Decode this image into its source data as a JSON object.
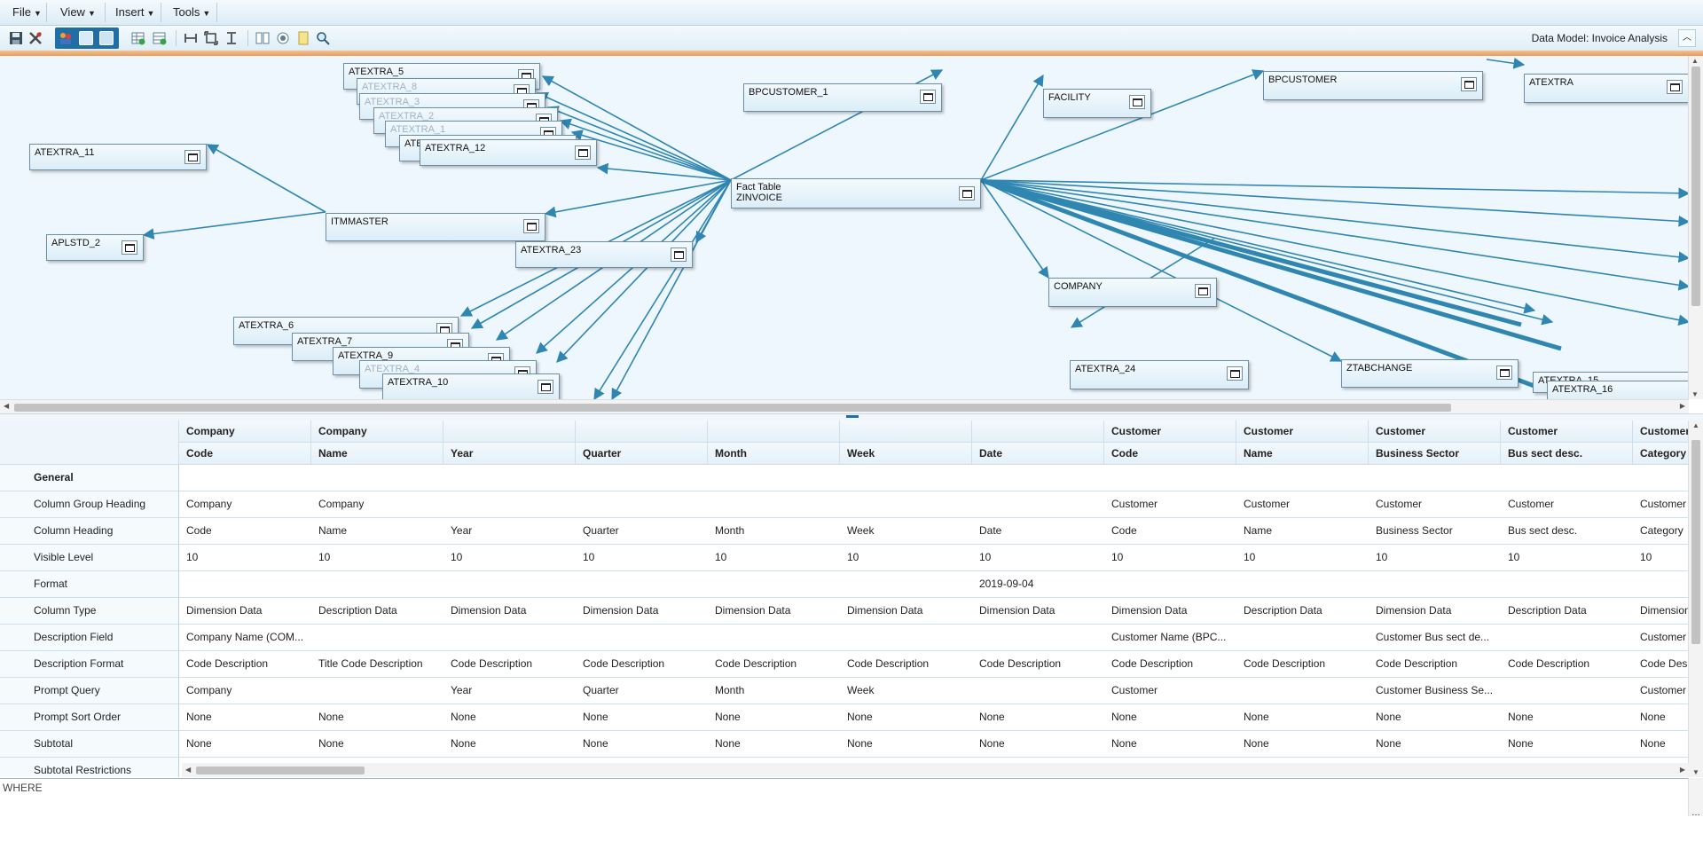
{
  "menu": [
    "File",
    "View",
    "Insert",
    "Tools"
  ],
  "data_model_title": "Data Model: Invoice Analysis",
  "toolbar_icons": [
    "save-icon",
    "close-tool-icon",
    "users-icon",
    "table-icon",
    "columns-icon",
    "add-table-icon",
    "add-link-icon",
    "fit-width-icon",
    "fit-page-icon",
    "fit-height-icon",
    "layout-icon",
    "preview-icon",
    "note-icon",
    "search-icon"
  ],
  "diagram": {
    "nodes": [
      {
        "id": "atextra5",
        "label": "ATEXTRA_5"
      },
      {
        "id": "atextra8",
        "label": "ATEXTRA_8",
        "faded": true
      },
      {
        "id": "atextra3",
        "label": "ATEXTRA_3",
        "faded": true
      },
      {
        "id": "atextra2",
        "label": "ATEXTRA_2",
        "faded": true
      },
      {
        "id": "atextra1",
        "label": "ATEXTRA_1",
        "faded": true
      },
      {
        "id": "atextra12",
        "label": "ATEXTRA_12"
      },
      {
        "id": "atextra11",
        "label": "ATEXTRA_11"
      },
      {
        "id": "aplstd2",
        "label": "APLSTD_2"
      },
      {
        "id": "itmmaster",
        "label": "ITMMASTER"
      },
      {
        "id": "atextra23",
        "label": "ATEXTRA_23"
      },
      {
        "id": "bpcustomer1",
        "label": "BPCUSTOMER_1"
      },
      {
        "id": "fact",
        "label": "Fact Table",
        "sublabel": "ZINVOICE"
      },
      {
        "id": "facility",
        "label": "FACILITY"
      },
      {
        "id": "bpcustomer",
        "label": "BPCUSTOMER"
      },
      {
        "id": "atextra",
        "label": "ATEXTRA"
      },
      {
        "id": "company",
        "label": "COMPANY"
      },
      {
        "id": "atextra6",
        "label": "ATEXTRA_6"
      },
      {
        "id": "atextra7",
        "label": "ATEXTRA_7"
      },
      {
        "id": "atextra9",
        "label": "ATEXTRA_9"
      },
      {
        "id": "atextra4",
        "label": "ATEXTRA_4",
        "faded": true
      },
      {
        "id": "atextra10",
        "label": "ATEXTRA_10"
      },
      {
        "id": "atextra24",
        "label": "ATEXTRA_24"
      },
      {
        "id": "ztabchange",
        "label": "ZTABCHANGE"
      },
      {
        "id": "atextra15",
        "label": "ATEXTRA_15"
      },
      {
        "id": "atextra16",
        "label": "ATEXTRA_16"
      }
    ]
  },
  "grid": {
    "columns": [
      {
        "group": "Company",
        "heading": "Code"
      },
      {
        "group": "Company",
        "heading": "Name"
      },
      {
        "group": "",
        "heading": "Year"
      },
      {
        "group": "",
        "heading": "Quarter"
      },
      {
        "group": "",
        "heading": "Month"
      },
      {
        "group": "",
        "heading": "Week"
      },
      {
        "group": "",
        "heading": "Date"
      },
      {
        "group": "Customer",
        "heading": "Code"
      },
      {
        "group": "Customer",
        "heading": "Name"
      },
      {
        "group": "Customer",
        "heading": "Business Sector"
      },
      {
        "group": "Customer",
        "heading": "Bus sect desc."
      },
      {
        "group": "Customer",
        "heading": "Category"
      }
    ],
    "section": "General",
    "rows": [
      {
        "label": "Column Group Heading",
        "cells": [
          "Company",
          "Company",
          "",
          "",
          "",
          "",
          "",
          "Customer",
          "Customer",
          "Customer",
          "Customer",
          "Customer"
        ]
      },
      {
        "label": "Column Heading",
        "cells": [
          "Code",
          "Name",
          "Year",
          "Quarter",
          "Month",
          "Week",
          "Date",
          "Code",
          "Name",
          "Business Sector",
          "Bus sect desc.",
          "Category"
        ]
      },
      {
        "label": "Visible Level",
        "cells": [
          "10",
          "10",
          "10",
          "10",
          "10",
          "10",
          "10",
          "10",
          "10",
          "10",
          "10",
          "10"
        ]
      },
      {
        "label": "Format",
        "cells": [
          "",
          "",
          "",
          "",
          "",
          "",
          "2019-09-04",
          "",
          "",
          "",
          "",
          ""
        ]
      },
      {
        "label": "Column Type",
        "cells": [
          "Dimension Data",
          "Description Data",
          "Dimension Data",
          "Dimension Data",
          "Dimension Data",
          "Dimension Data",
          "Dimension Data",
          "Dimension Data",
          "Description Data",
          "Dimension Data",
          "Description Data",
          "Dimension Data"
        ]
      },
      {
        "label": "Description Field",
        "cells": [
          "Company Name (COM...",
          "",
          "",
          "",
          "",
          "",
          "",
          "Customer Name (BPC...",
          "",
          "Customer Bus sect de...",
          "",
          "Customer Category"
        ]
      },
      {
        "label": "Description Format",
        "cells": [
          "Code Description",
          "Title Code Description",
          "Code Description",
          "Code Description",
          "Code Description",
          "Code Description",
          "Code Description",
          "Code Description",
          "Code Description",
          "Code Description",
          "Code Description",
          "Code Description"
        ]
      },
      {
        "label": "Prompt Query",
        "cells": [
          "Company",
          "",
          "Year",
          "Quarter",
          "Month",
          "Week",
          "",
          "Customer",
          "",
          "Customer Business Se...",
          "",
          "Customer"
        ]
      },
      {
        "label": "Prompt Sort Order",
        "cells": [
          "None",
          "None",
          "None",
          "None",
          "None",
          "None",
          "None",
          "None",
          "None",
          "None",
          "None",
          "None"
        ]
      },
      {
        "label": "Subtotal",
        "cells": [
          "None",
          "None",
          "None",
          "None",
          "None",
          "None",
          "None",
          "None",
          "None",
          "None",
          "None",
          "None"
        ]
      },
      {
        "label": "Subtotal Restrictions",
        "cells": [
          "",
          "",
          "",
          "",
          "",
          "",
          "",
          "",
          "",
          "",
          "",
          ""
        ]
      }
    ]
  },
  "where_label": "WHERE"
}
